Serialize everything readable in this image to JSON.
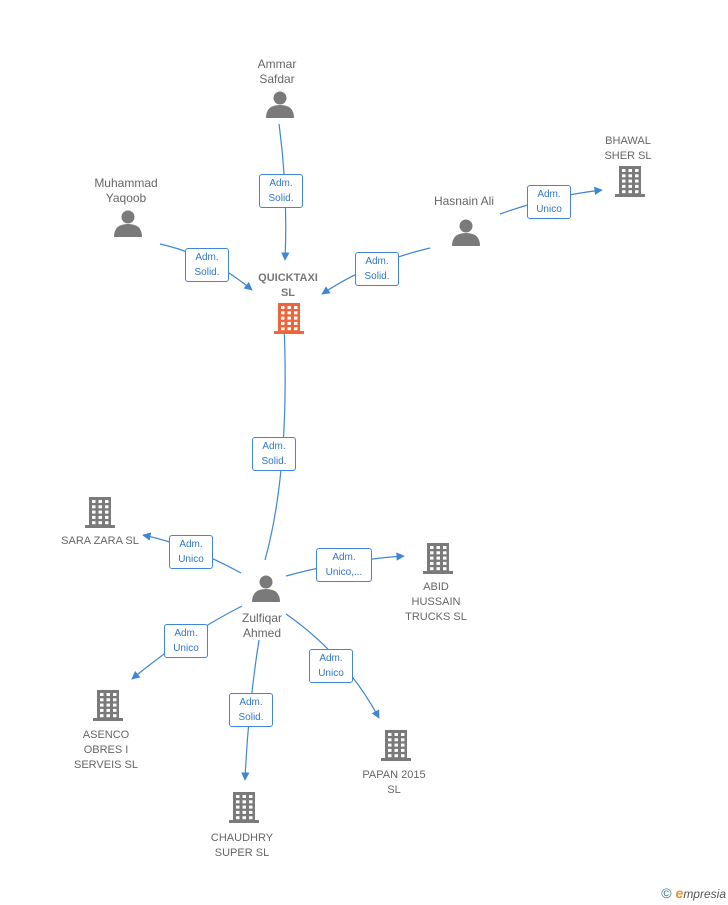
{
  "colors": {
    "edge": "#3f86d6",
    "node_icon": "#7a7a7a",
    "focus_icon": "#f0643c",
    "label_text": "#666666"
  },
  "nodes": [
    {
      "id": "quicktaxi",
      "type": "company",
      "focus": true,
      "label": "QUICKTAXI\nSL",
      "icon": "building-icon"
    },
    {
      "id": "ammar",
      "type": "person",
      "label": "Ammar\nSafdar",
      "icon": "person-icon"
    },
    {
      "id": "muhammad",
      "type": "person",
      "label": "Muhammad\nYaqoob",
      "icon": "person-icon"
    },
    {
      "id": "hasnain",
      "type": "person",
      "label": "Hasnain Ali",
      "icon": "person-icon"
    },
    {
      "id": "bhawal",
      "type": "company",
      "label": "BHAWAL\nSHER  SL",
      "icon": "building-icon"
    },
    {
      "id": "zulfiqar",
      "type": "person",
      "label": "Zulfiqar\nAhmed",
      "icon": "person-icon"
    },
    {
      "id": "sarazara",
      "type": "company",
      "label": "SARA ZARA  SL",
      "icon": "building-icon"
    },
    {
      "id": "abid",
      "type": "company",
      "label": "ABID\nHUSSAIN\nTRUCKS  SL",
      "icon": "building-icon"
    },
    {
      "id": "asenco",
      "type": "company",
      "label": "ASENCO\nOBRES I\nSERVEIS  SL",
      "icon": "building-icon"
    },
    {
      "id": "chaudhry",
      "type": "company",
      "label": "CHAUDHRY\nSUPER  SL",
      "icon": "building-icon"
    },
    {
      "id": "papan",
      "type": "company",
      "label": "PAPAN 2015\nSL",
      "icon": "building-icon"
    }
  ],
  "edges": [
    {
      "from": "ammar",
      "to": "quicktaxi",
      "label": "Adm.\nSolid."
    },
    {
      "from": "muhammad",
      "to": "quicktaxi",
      "label": "Adm.\nSolid."
    },
    {
      "from": "hasnain",
      "to": "quicktaxi",
      "label": "Adm.\nSolid."
    },
    {
      "from": "hasnain",
      "to": "bhawal",
      "label": "Adm.\nUnico"
    },
    {
      "from": "zulfiqar",
      "to": "quicktaxi",
      "label": "Adm.\nSolid."
    },
    {
      "from": "zulfiqar",
      "to": "sarazara",
      "label": "Adm.\nUnico"
    },
    {
      "from": "zulfiqar",
      "to": "abid",
      "label": "Adm.\nUnico,..."
    },
    {
      "from": "zulfiqar",
      "to": "asenco",
      "label": "Adm.\nUnico"
    },
    {
      "from": "zulfiqar",
      "to": "chaudhry",
      "label": "Adm.\nSolid."
    },
    {
      "from": "zulfiqar",
      "to": "papan",
      "label": "Adm.\nUnico"
    }
  ],
  "brand": {
    "copyright": "©",
    "initial": "e",
    "name": "mpresia"
  }
}
